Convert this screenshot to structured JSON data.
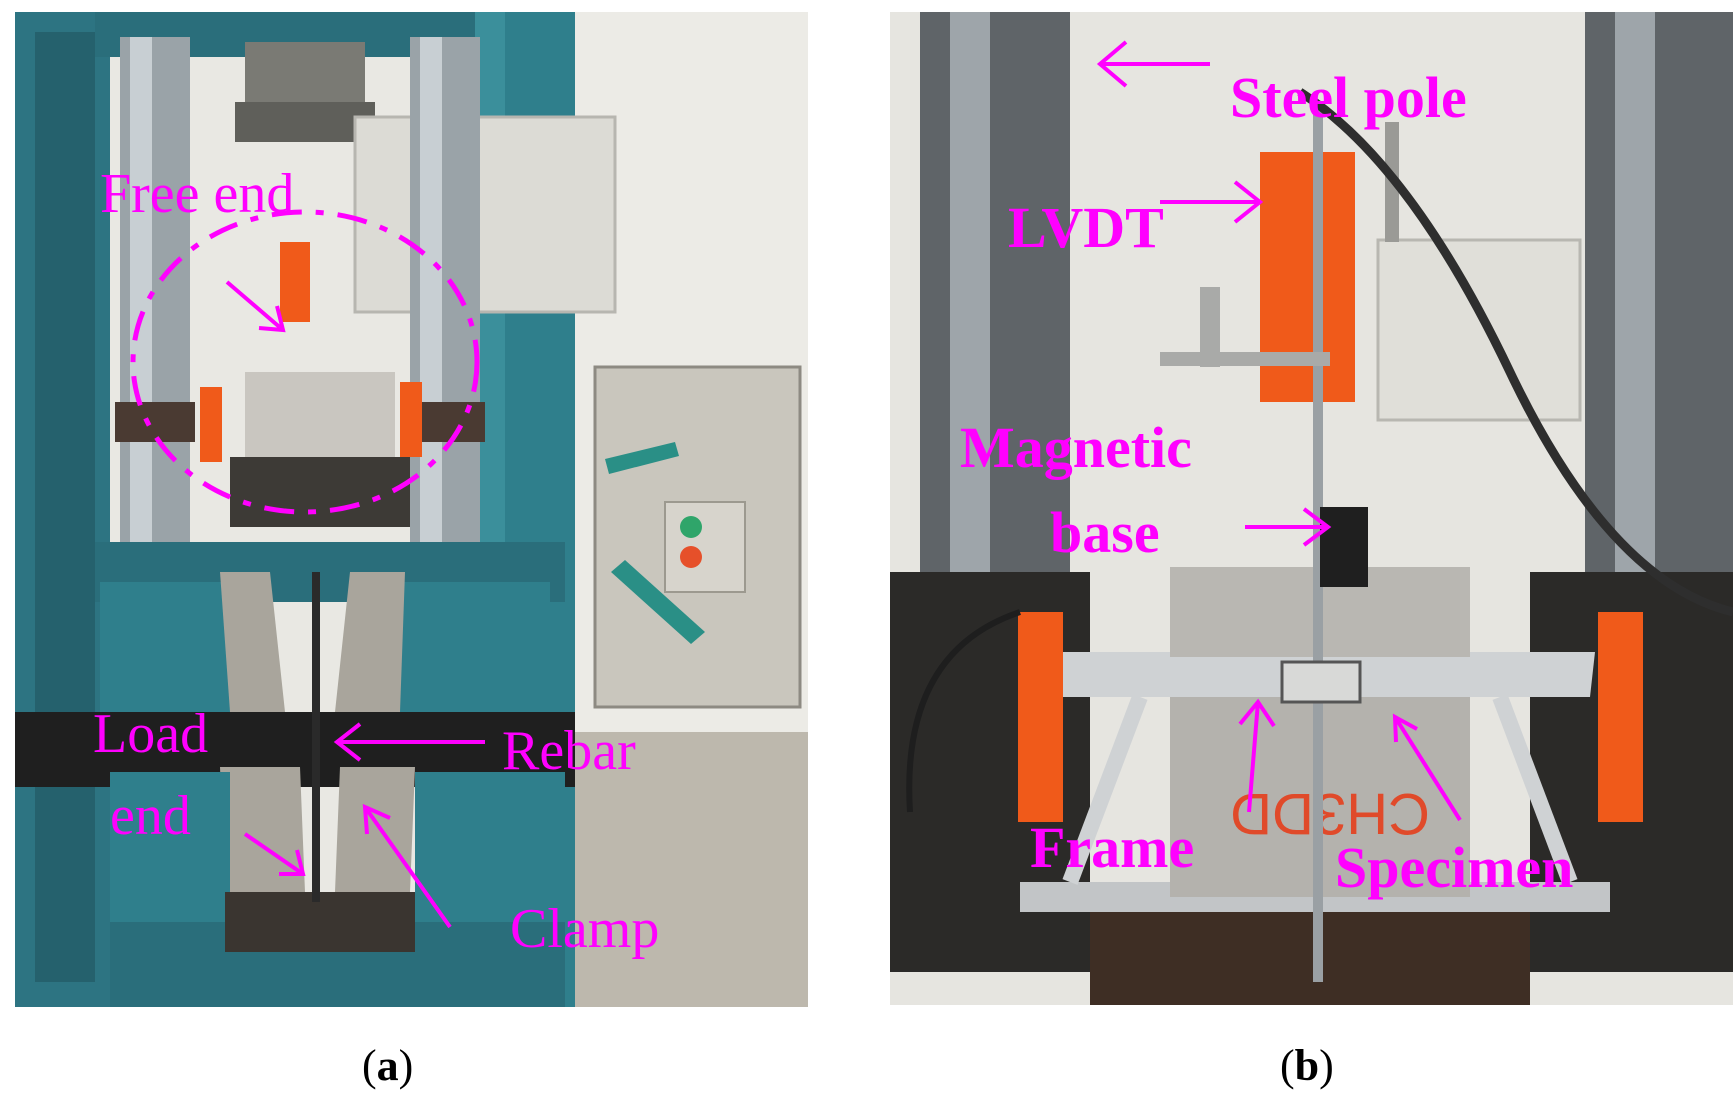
{
  "panel_a": {
    "caption_letter": "a",
    "labels": {
      "free_end": "Free end",
      "load": "Load",
      "end": "end",
      "rebar": "Rebar",
      "clamp": "Clamp"
    }
  },
  "panel_b": {
    "caption_letter": "b",
    "labels": {
      "steel_pole": "Steel pole",
      "lvdt": "LVDT",
      "magnetic": "Magnetic",
      "base": "base",
      "frame": "Frame",
      "specimen": "Specimen",
      "specimen_marking": "CH3DD"
    }
  },
  "colors": {
    "annotation": "#ff00ff",
    "machine_blue": "#2f7f8c",
    "lvdt_orange": "#f05a1a"
  }
}
